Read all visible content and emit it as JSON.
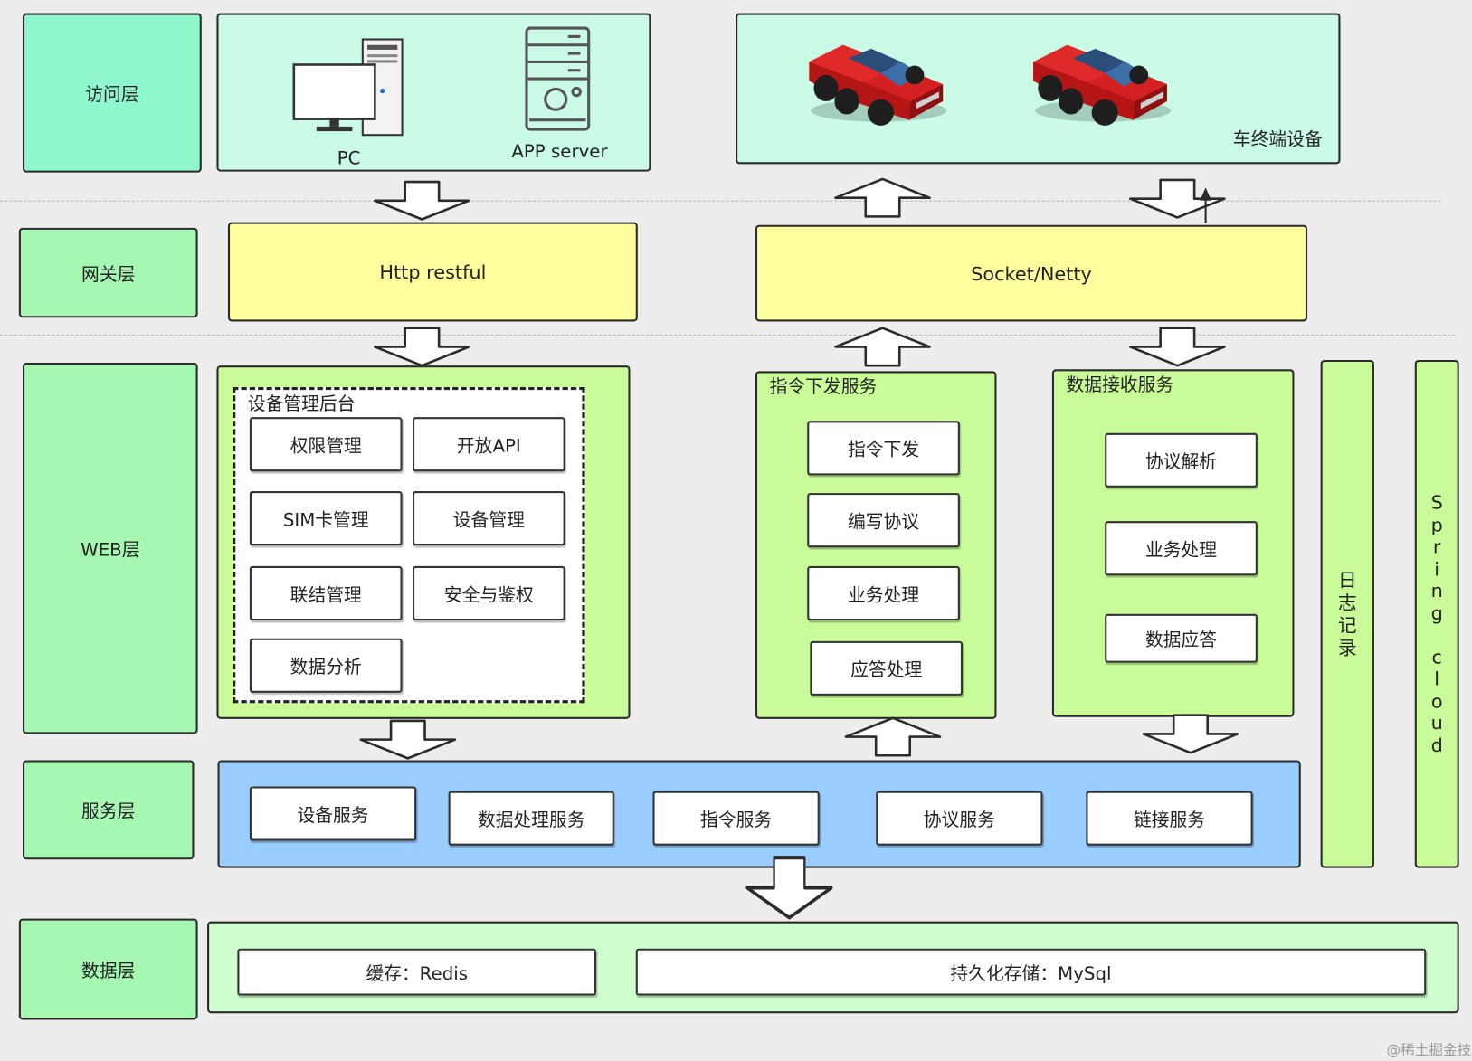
{
  "layers": {
    "access": "访问层",
    "gateway": "网关层",
    "web": "WEB层",
    "service": "服务层",
    "data": "数据层"
  },
  "access": {
    "pc_label": "PC",
    "app_label": "APP server",
    "terminal_label": "车终端设备"
  },
  "gateway": {
    "http": "Http restful",
    "socket": "Socket/Netty"
  },
  "web": {
    "admin_title": "设备管理后台",
    "admin_items": [
      "权限管理",
      "开放API",
      "SIM卡管理",
      "设备管理",
      "联结管理",
      "安全与鉴权",
      "数据分析"
    ],
    "command_title": "指令下发服务",
    "command_items": [
      "指令下发",
      "编写协议",
      "业务处理",
      "应答处理"
    ],
    "receive_title": "数据接收服务",
    "receive_items": [
      "协议解析",
      "业务处理",
      "数据应答"
    ]
  },
  "side": {
    "log": [
      "日",
      "志",
      "记",
      "录"
    ],
    "spring": [
      "S",
      "p",
      "r",
      "i",
      "n",
      "g",
      " ",
      "c",
      "l",
      "o",
      "u",
      "d"
    ]
  },
  "service": {
    "items": [
      "设备服务",
      "数据处理服务",
      "指令服务",
      "协议服务",
      "链接服务"
    ]
  },
  "data": {
    "cache": "缓存：Redis",
    "persist": "持久化存储：MySql"
  },
  "watermark": "@稀土掘金技术社区",
  "colors": {
    "car_red": "#d82020",
    "car_dark": "#1e1e1e",
    "car_glass": "#3a6fa8"
  }
}
